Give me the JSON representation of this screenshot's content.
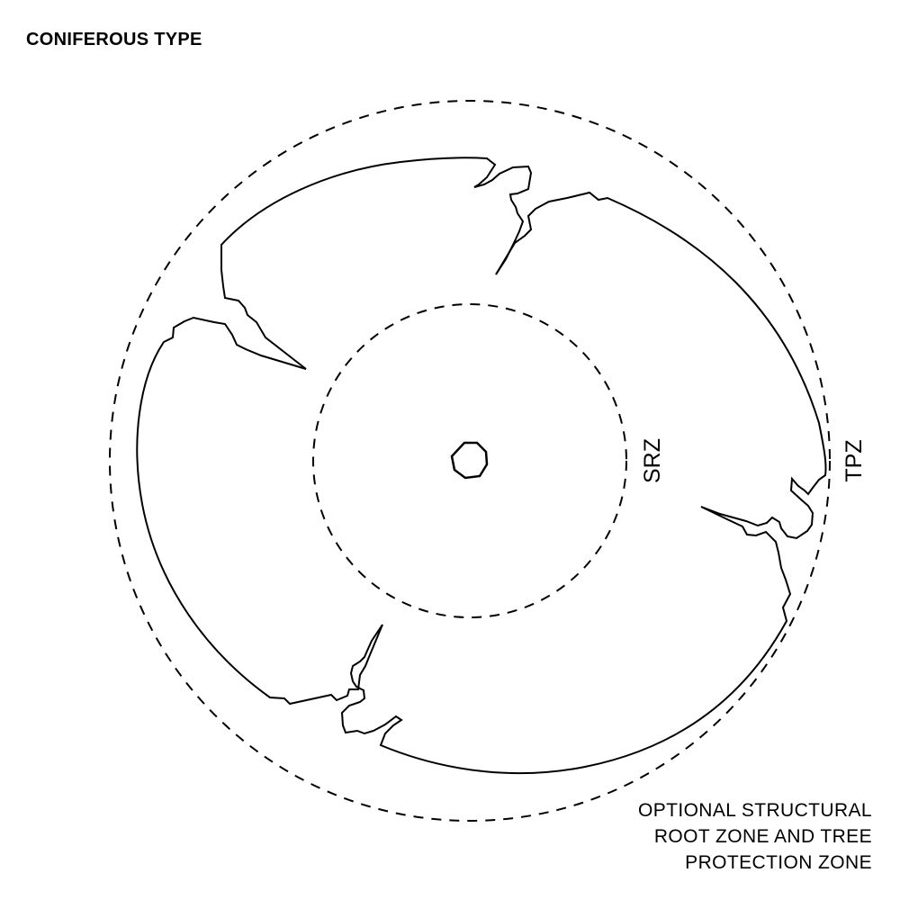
{
  "title": "CONIFEROUS TYPE",
  "labels": {
    "srz": "SRZ",
    "tpz": "TPZ"
  },
  "caption": [
    "OPTIONAL STRUCTURAL",
    "ROOT ZONE AND TREE",
    "PROTECTION ZONE"
  ],
  "colors": {
    "line": "#000000",
    "background": "#ffffff"
  }
}
